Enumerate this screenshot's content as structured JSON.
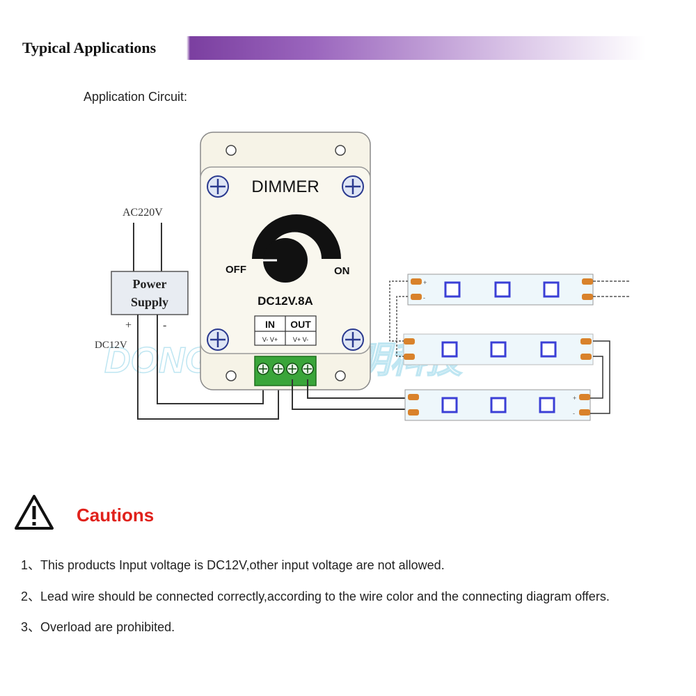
{
  "header": {
    "title": "Typical Applications"
  },
  "circuit_label": "Application Circuit:",
  "diagram": {
    "ac_label": "AC220V",
    "power_supply": {
      "line1": "Power",
      "line2": "Supply",
      "plus": "+",
      "minus": "-"
    },
    "dc_label": "DC12V",
    "dimmer": {
      "title": "DIMMER",
      "off_label": "OFF",
      "on_label": "ON",
      "rating": "DC12V.8A",
      "in_label": "IN",
      "out_label": "OUT",
      "in_pins": "V- V+",
      "out_pins": "V+ V-"
    },
    "watermark": "DONGMING 东明科技",
    "strip_pin_plus": "+",
    "strip_pin_minus": "-"
  },
  "cautions": {
    "title": "Cautions",
    "items": [
      "1、This products Input voltage is DC12V,other input voltage are not allowed.",
      "2、Lead wire should be connected correctly,according to the wire color and the connecting diagram offers.",
      "3、Overload are prohibited."
    ]
  },
  "colors": {
    "header_purple": "#7b3fa0",
    "caution_red": "#e0211b",
    "terminal_green": "#3aa53a",
    "led_blue": "#3b3fd6",
    "pad_orange": "#d9822b"
  }
}
